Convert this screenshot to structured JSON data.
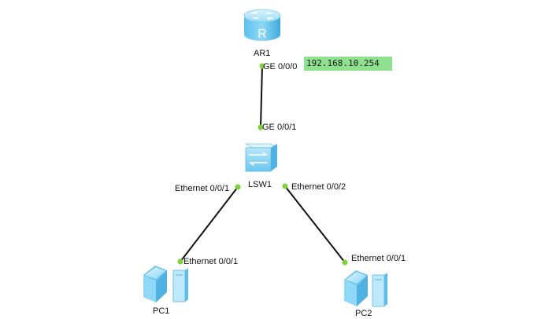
{
  "devices": {
    "router": {
      "name": "AR1",
      "icon": "router-icon",
      "glyph": "R"
    },
    "switch": {
      "name": "LSW1",
      "icon": "switch-icon"
    },
    "pc1": {
      "name": "PC1",
      "icon": "pc-icon"
    },
    "pc2": {
      "name": "PC2",
      "icon": "pc-icon"
    }
  },
  "interfaces": {
    "ar1_ge000": "GE 0/0/0",
    "lsw1_ge001": "GE 0/0/1",
    "lsw1_eth001": "Ethernet 0/0/1",
    "lsw1_eth002": "Ethernet 0/0/2",
    "pc1_eth001": "Ethernet 0/0/1",
    "pc2_eth001": "Ethernet 0/0/1"
  },
  "annotation": {
    "ip": "192.168.10.254",
    "color": "#8fe08f"
  },
  "colors": {
    "link": "#111111",
    "port": "#7dd23a",
    "device_light": "#bfe9fb",
    "device_dark": "#3aa7dc"
  }
}
